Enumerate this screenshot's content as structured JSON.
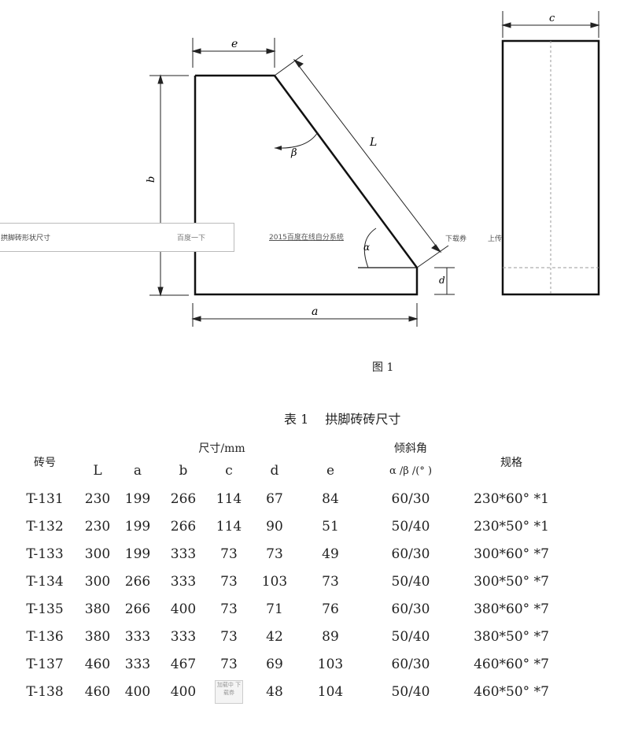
{
  "diagram": {
    "labels": {
      "e": "e",
      "beta": "β",
      "L": "L",
      "b": "b",
      "alpha": "α",
      "d": "d",
      "a": "a",
      "c": "c"
    }
  },
  "overlay": {
    "title": "拱脚砖形状尺寸",
    "search_source": "百度一下"
  },
  "watermarks": {
    "center": "2015百度在线自分系统",
    "right_a": "下载券",
    "right_b": "上传"
  },
  "figure_caption": "图 1",
  "table_caption": "表 1　 拱脚砖砖尺寸",
  "table": {
    "header": {
      "brick_no": "砖号",
      "size": "尺寸/mm",
      "angle": "倾斜角",
      "angle_unit": "α /β /(° )",
      "spec": "规格",
      "cols": [
        "L",
        "a",
        "b",
        "c",
        "d",
        "e"
      ]
    },
    "rows": [
      {
        "no": "T-131",
        "L": "230",
        "a": "199",
        "b": "266",
        "c": "114",
        "d": "67",
        "e": "84",
        "angle": "60/30",
        "spec": "230*60° *1"
      },
      {
        "no": "T-132",
        "L": "230",
        "a": "199",
        "b": "266",
        "c": "114",
        "d": "90",
        "e": "51",
        "angle": "50/40",
        "spec": "230*50° *1"
      },
      {
        "no": "T-133",
        "L": "300",
        "a": "199",
        "b": "333",
        "c": "73",
        "d": "73",
        "e": "49",
        "angle": "60/30",
        "spec": "300*60° *7"
      },
      {
        "no": "T-134",
        "L": "300",
        "a": "266",
        "b": "333",
        "c": "73",
        "d": "103",
        "e": "73",
        "angle": "50/40",
        "spec": "300*50° *7"
      },
      {
        "no": "T-135",
        "L": "380",
        "a": "266",
        "b": "400",
        "c": "73",
        "d": "71",
        "e": "76",
        "angle": "60/30",
        "spec": "380*60° *7"
      },
      {
        "no": "T-136",
        "L": "380",
        "a": "333",
        "b": "333",
        "c": "73",
        "d": "42",
        "e": "89",
        "angle": "50/40",
        "spec": "380*50° *7"
      },
      {
        "no": "T-137",
        "L": "460",
        "a": "333",
        "b": "467",
        "c": "73",
        "d": "69",
        "e": "103",
        "angle": "60/30",
        "spec": "460*60° *7"
      },
      {
        "no": "T-138",
        "L": "460",
        "a": "400",
        "b": "400",
        "c": "",
        "d": "48",
        "e": "104",
        "angle": "50/40",
        "spec": "460*50° *7"
      }
    ],
    "stamp_text": "加载中 下载券"
  }
}
